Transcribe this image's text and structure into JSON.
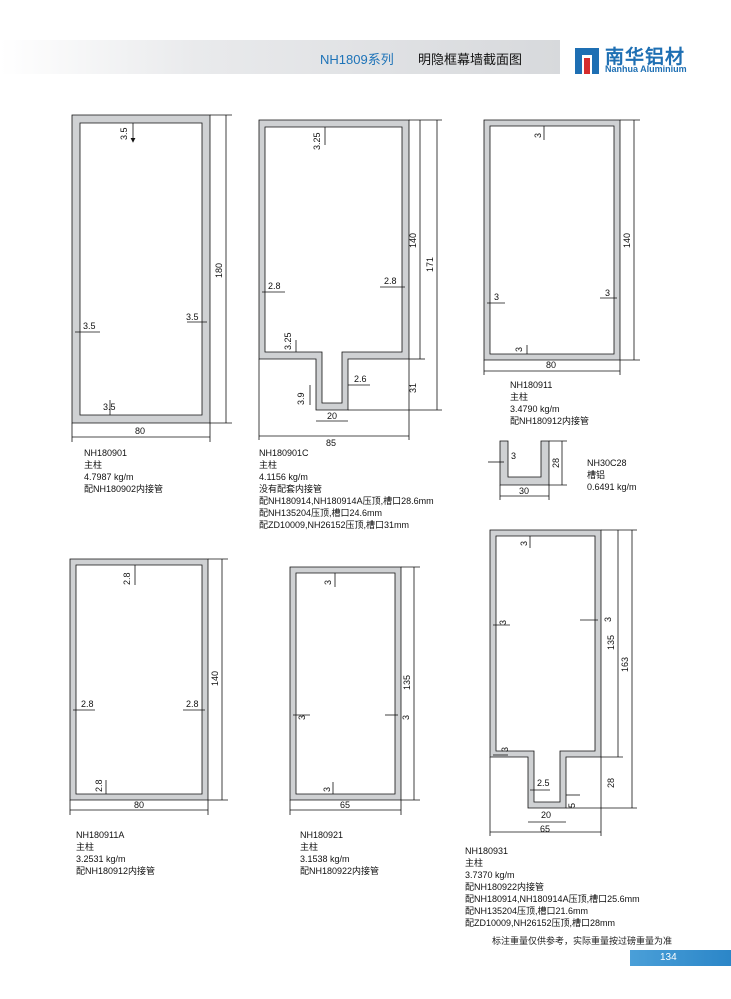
{
  "header": {
    "series": "NH1809系列",
    "title": "明隐框幕墙截面图"
  },
  "logo": {
    "name_cn": "南华铝材",
    "name_en": "Nanhua Aluminium"
  },
  "colors": {
    "accent": "#1e6fb3",
    "profile_fill": "#cfd1d3",
    "page_bar": "#2b86c8"
  },
  "profiles": [
    {
      "code": "NH180901",
      "type": "主柱",
      "weight": "4.7987 kg/m",
      "notes": [
        "配NH180902内接管"
      ],
      "dims": {
        "top": "3.5",
        "left": "3.5",
        "right": "3.5",
        "bottom": "3.5",
        "height": "180",
        "width": "80"
      }
    },
    {
      "code": "NH180901C",
      "type": "主柱",
      "weight": "4.1156 kg/m",
      "notes": [
        "没有配套内接管",
        "配NH180914,NH180914A压顶,槽口28.6mm",
        "配NH135204压顶,槽口24.6mm",
        "配ZD10009,NH26152压顶,槽口31mm"
      ],
      "dims": {
        "top": "3.25",
        "left": "2.8",
        "right": "2.8",
        "bottom": "3.25",
        "box_height": "140",
        "total_height": "171",
        "slot_depth": "31",
        "slot_wall": "3.9",
        "slot_side": "2.6",
        "slot_width": "20",
        "width": "85"
      }
    },
    {
      "code": "NH180911",
      "type": "主柱",
      "weight": "3.4790 kg/m",
      "notes": [
        "配NH180912内接管"
      ],
      "dims": {
        "top": "3",
        "left": "3",
        "right": "3",
        "bottom": "3",
        "height": "140",
        "width": "80"
      }
    },
    {
      "code": "NH30C28",
      "type": "槽铝",
      "weight": "0.6491 kg/m",
      "notes": [],
      "dims": {
        "wall": "3",
        "height": "28",
        "width": "30"
      }
    },
    {
      "code": "NH180911A",
      "type": "主柱",
      "weight": "3.2531 kg/m",
      "notes": [
        "配NH180912内接管"
      ],
      "dims": {
        "top": "2.8",
        "left": "2.8",
        "right": "2.8",
        "bottom": "2.8",
        "height": "140",
        "width": "80"
      }
    },
    {
      "code": "NH180921",
      "type": "主柱",
      "weight": "3.1538 kg/m",
      "notes": [
        "配NH180922内接管"
      ],
      "dims": {
        "top": "3",
        "left": "3",
        "right": "3",
        "bottom": "3",
        "height": "135",
        "width": "65"
      }
    },
    {
      "code": "NH180931",
      "type": "主柱",
      "weight": "3.7370 kg/m",
      "notes": [
        "配NH180922内接管",
        "配NH180914,NH180914A压顶,槽口25.6mm",
        "配NH135204压顶,槽口21.6mm",
        "配ZD10009,NH26152压顶,槽口28mm"
      ],
      "dims": {
        "top": "3",
        "left": "3",
        "right": "3",
        "bottom": "3",
        "box_height": "135",
        "total_height": "163",
        "slot_depth": "28",
        "slot_wall": "2.5",
        "slot_side": "5",
        "slot_width": "20",
        "width": "65"
      }
    }
  ],
  "footer": {
    "note": "标注重量仅供参考，实际重量按过磅重量为准",
    "page_number": "134"
  }
}
